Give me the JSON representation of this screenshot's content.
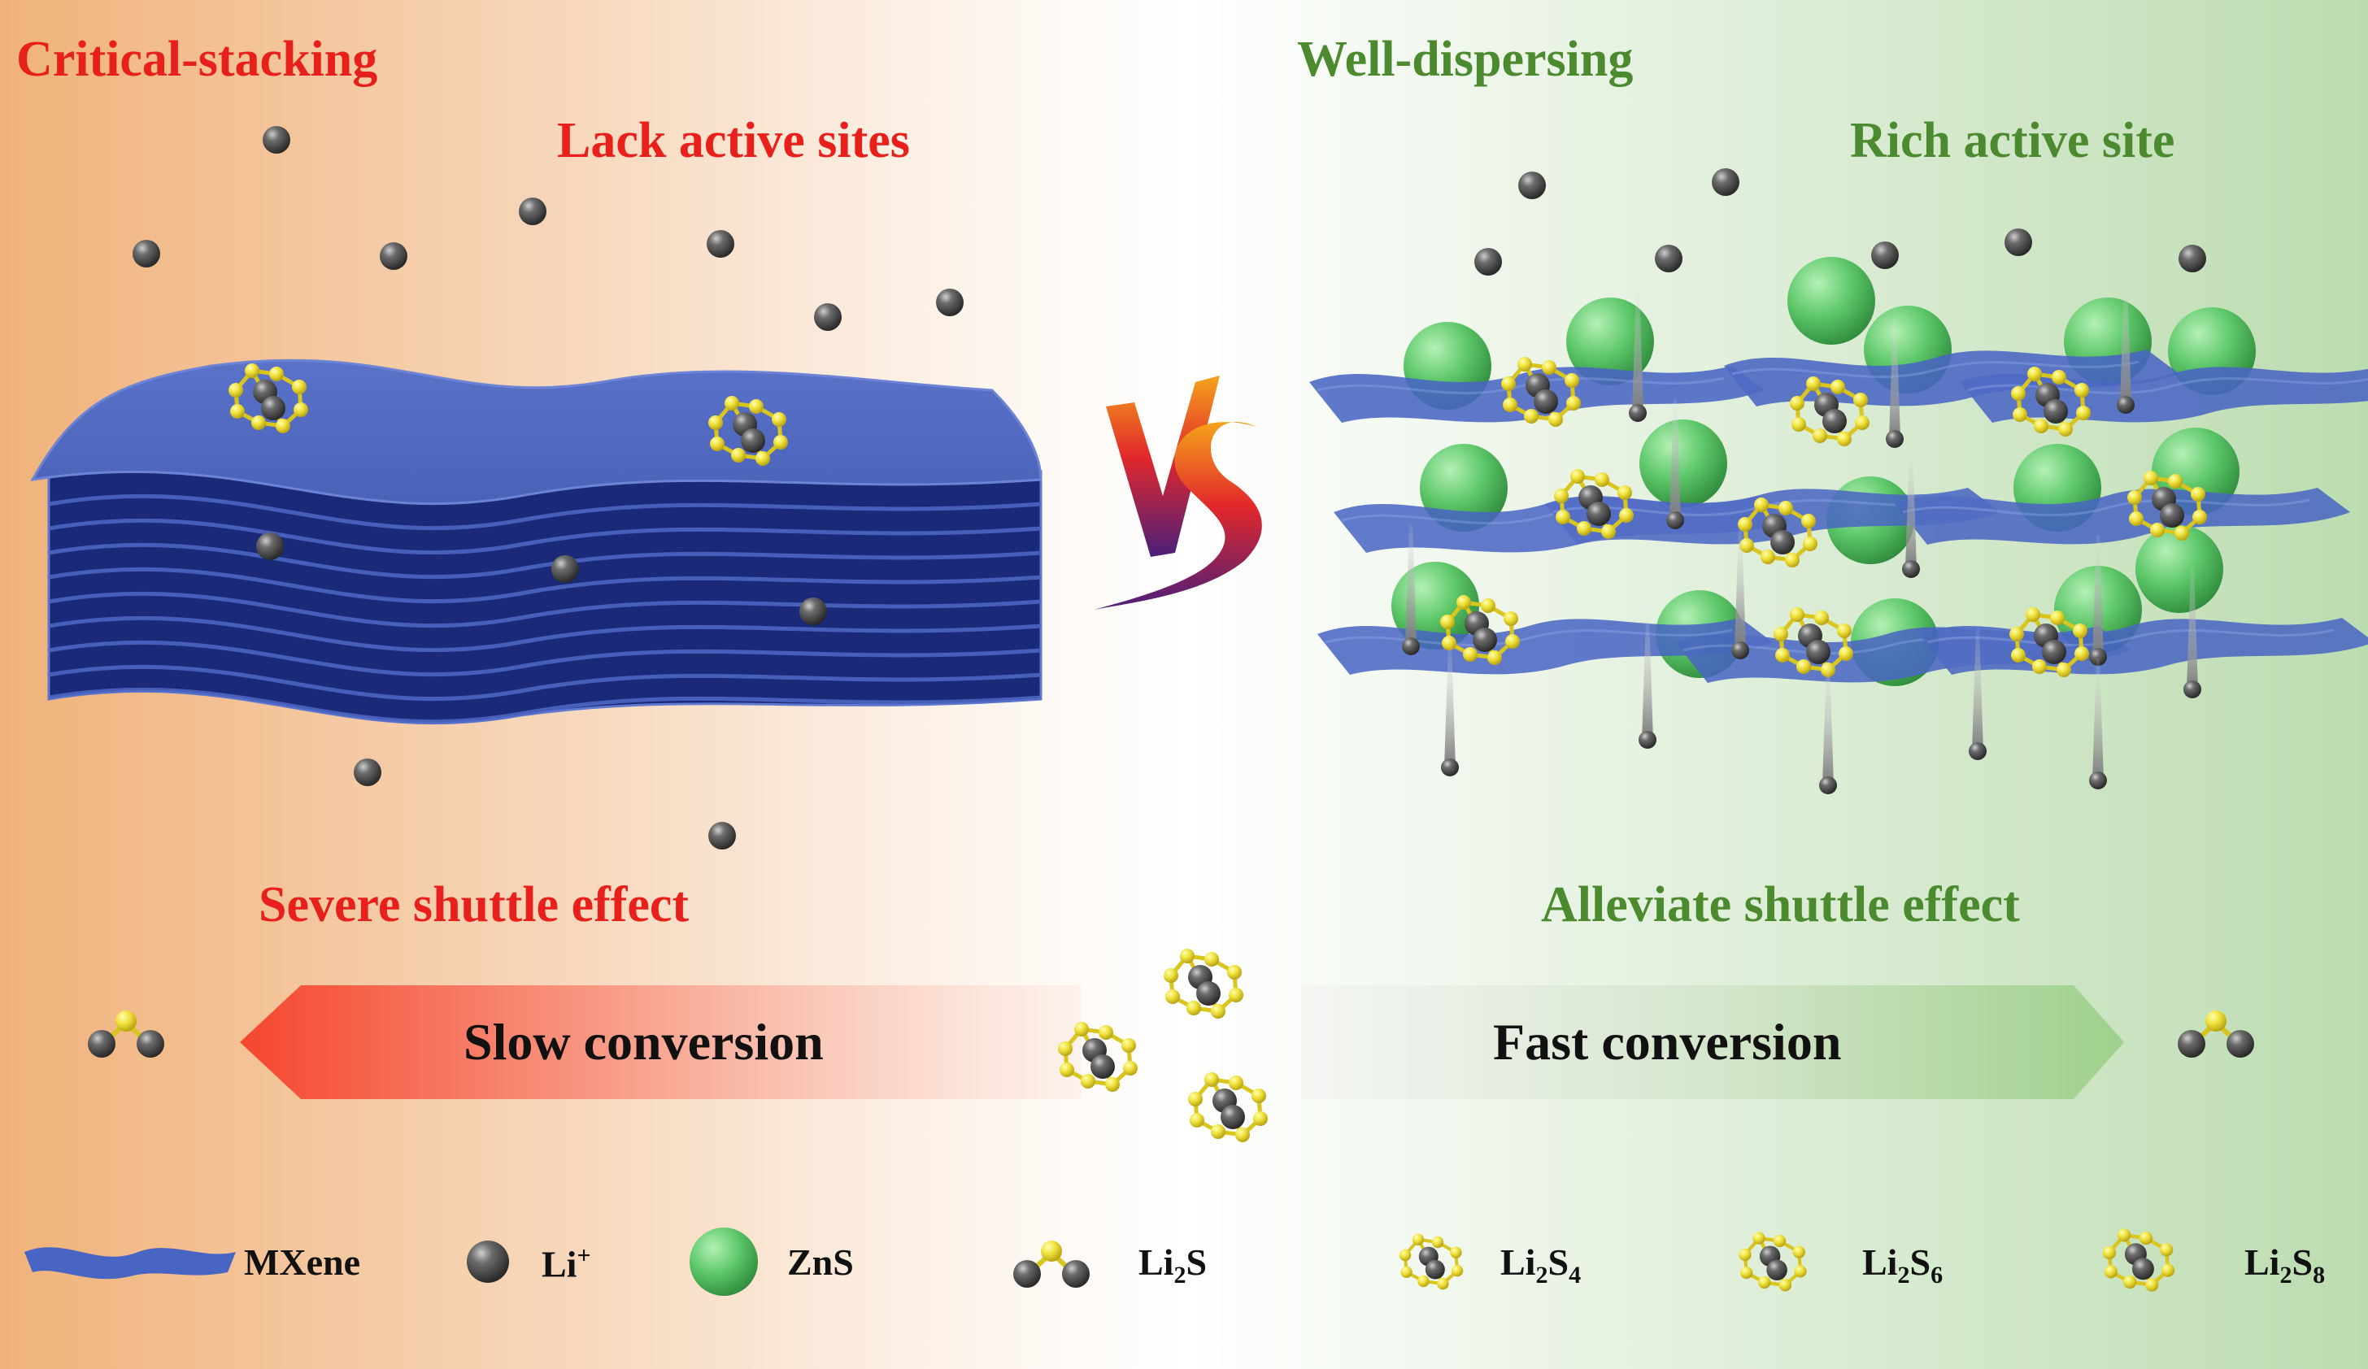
{
  "left_panel": {
    "title": "Critical-stacking",
    "subtitle": "Lack active sites",
    "effect": "Severe shuttle effect",
    "arrow_label": "Slow conversion"
  },
  "right_panel": {
    "title": "Well-dispersing",
    "subtitle": "Rich active site",
    "effect": "Alleviate shuttle effect",
    "arrow_label": "Fast conversion"
  },
  "center": {
    "vs_label": "VS"
  },
  "legend": {
    "mxene": "MXene",
    "li": "Li",
    "li_sup": "+",
    "zns": "ZnS",
    "li2s": {
      "a": "Li",
      "b": "2",
      "c": "S"
    },
    "li2s4": {
      "a": "Li",
      "b": "2",
      "c": "S",
      "d": "4"
    },
    "li2s6": {
      "a": "Li",
      "b": "2",
      "c": "S",
      "d": "6"
    },
    "li2s8": {
      "a": "Li",
      "b": "2",
      "c": "S",
      "d": "8"
    }
  },
  "colors": {
    "left_bg": "#f2b57c",
    "right_bg": "#b9dcae",
    "red_text": "#e8201c",
    "green_text": "#4c8a2f",
    "mxene_blue": "#3d57b5",
    "li_sphere": "#5f5f5f",
    "sulfur": "#f2e33c",
    "zns_sphere": "#5cc46a"
  }
}
